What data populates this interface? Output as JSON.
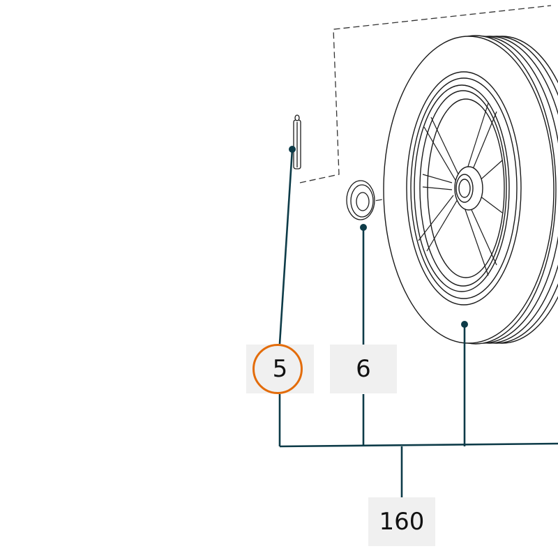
{
  "callouts": {
    "item_5": "5",
    "item_6": "6",
    "assembly": "160"
  },
  "colors": {
    "leader_line": "#0d3b48",
    "highlight": "#e36c0a",
    "label_background": "#f0f0f0",
    "drawing_stroke": "#1a1a1a"
  },
  "highlighted_item": "5"
}
